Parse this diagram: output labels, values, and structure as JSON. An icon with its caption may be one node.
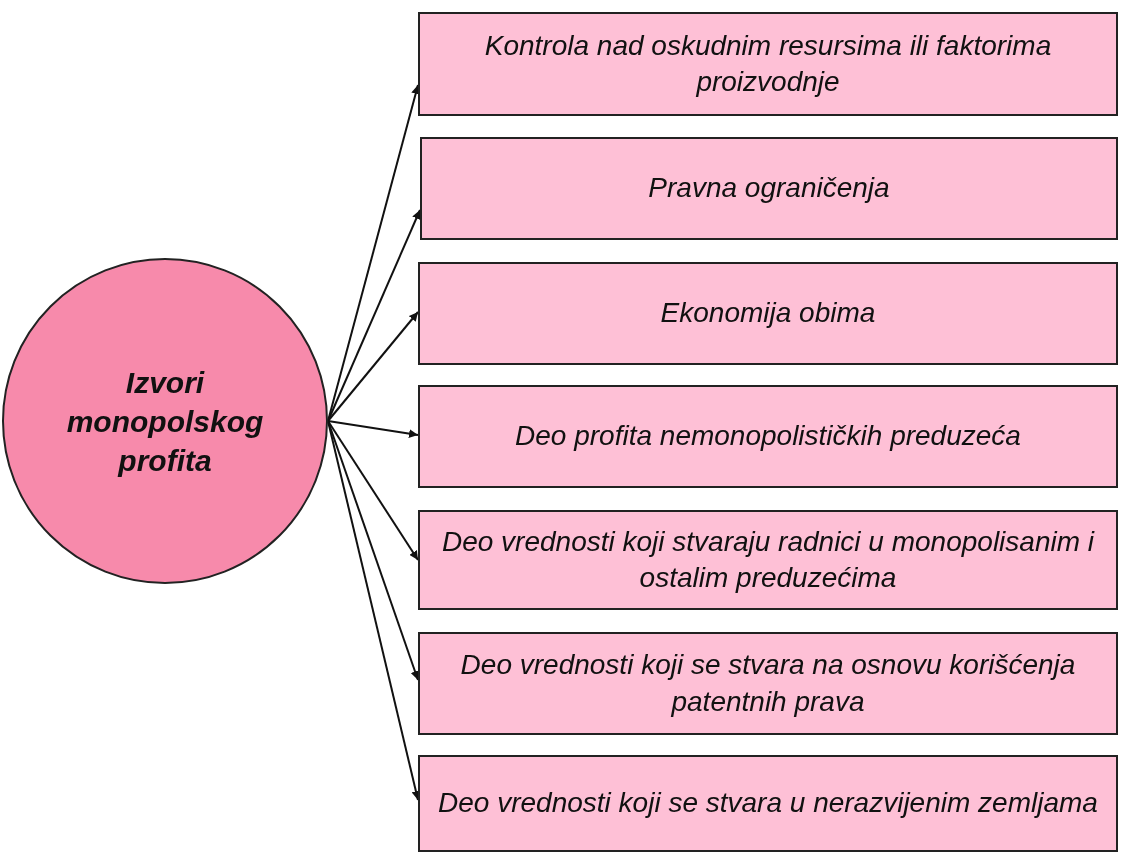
{
  "diagram": {
    "nodes": [
      {
        "text": [
          "Izvori monopolskog profita"
        ]
      },
      {
        "text": [
          "Kontrola nad oskudnim resursima ili faktorima proizvodnje"
        ]
      },
      {
        "text": [
          "Pravna ograničenja"
        ]
      },
      {
        "text": [
          "Ekonomija obima"
        ]
      },
      {
        "text": [
          "Deo profita nemonopolističkih preduzeća"
        ]
      },
      {
        "text": [
          "Deo vrednosti koji stvaraju radnici u monopolisanim i ostalim preduzećima"
        ]
      },
      {
        "text": [
          "Deo vrednosti koji se stvara na osnovu korišćenja patentnih prava"
        ]
      },
      {
        "text": [
          "Deo vrednosti koji se stvara u nerazvijenim zemljama"
        ]
      }
    ],
    "edges": [
      {
        "from": 0,
        "to": 1,
        "arrow": "to"
      },
      {
        "from": 0,
        "to": 2,
        "arrow": "to"
      },
      {
        "from": 0,
        "to": 3,
        "arrow": "to"
      },
      {
        "from": 0,
        "to": 4,
        "arrow": "to"
      },
      {
        "from": 0,
        "to": 5,
        "arrow": "to"
      },
      {
        "from": 0,
        "to": 6,
        "arrow": "to"
      },
      {
        "from": 0,
        "to": 7,
        "arrow": "to"
      }
    ]
  }
}
